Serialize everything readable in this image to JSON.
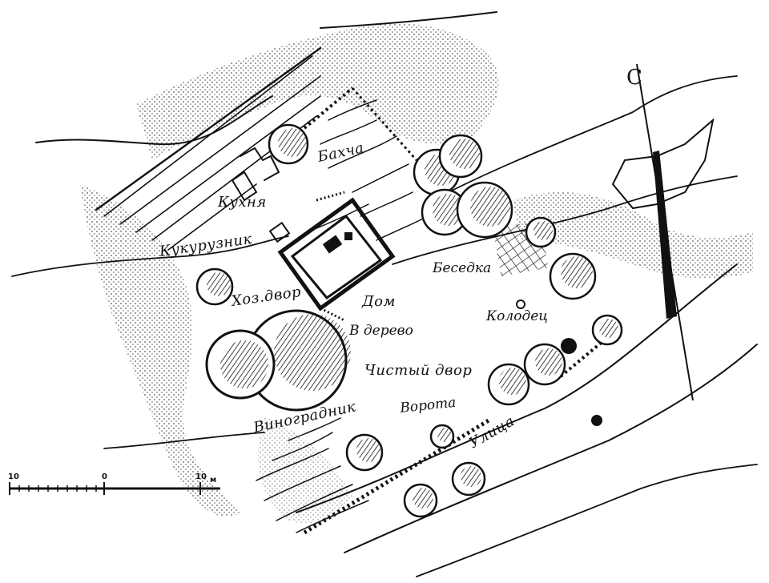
{
  "map": {
    "labels": {
      "kitchen": "Кухня",
      "melon_field": "Бахча",
      "corn_crib": "Кукурузник",
      "house": "Дом",
      "service_yard": "Хоз.двор",
      "tree": "В дерево",
      "arbor": "Беседка",
      "well": "Колодец",
      "clean_yard": "Чистый двор",
      "gate": "Ворота",
      "vineyard": "Виноградник",
      "street": "Улица"
    },
    "north_label": "С",
    "scale": {
      "ticks": [
        "10",
        "0",
        "10"
      ],
      "unit": "м"
    }
  }
}
